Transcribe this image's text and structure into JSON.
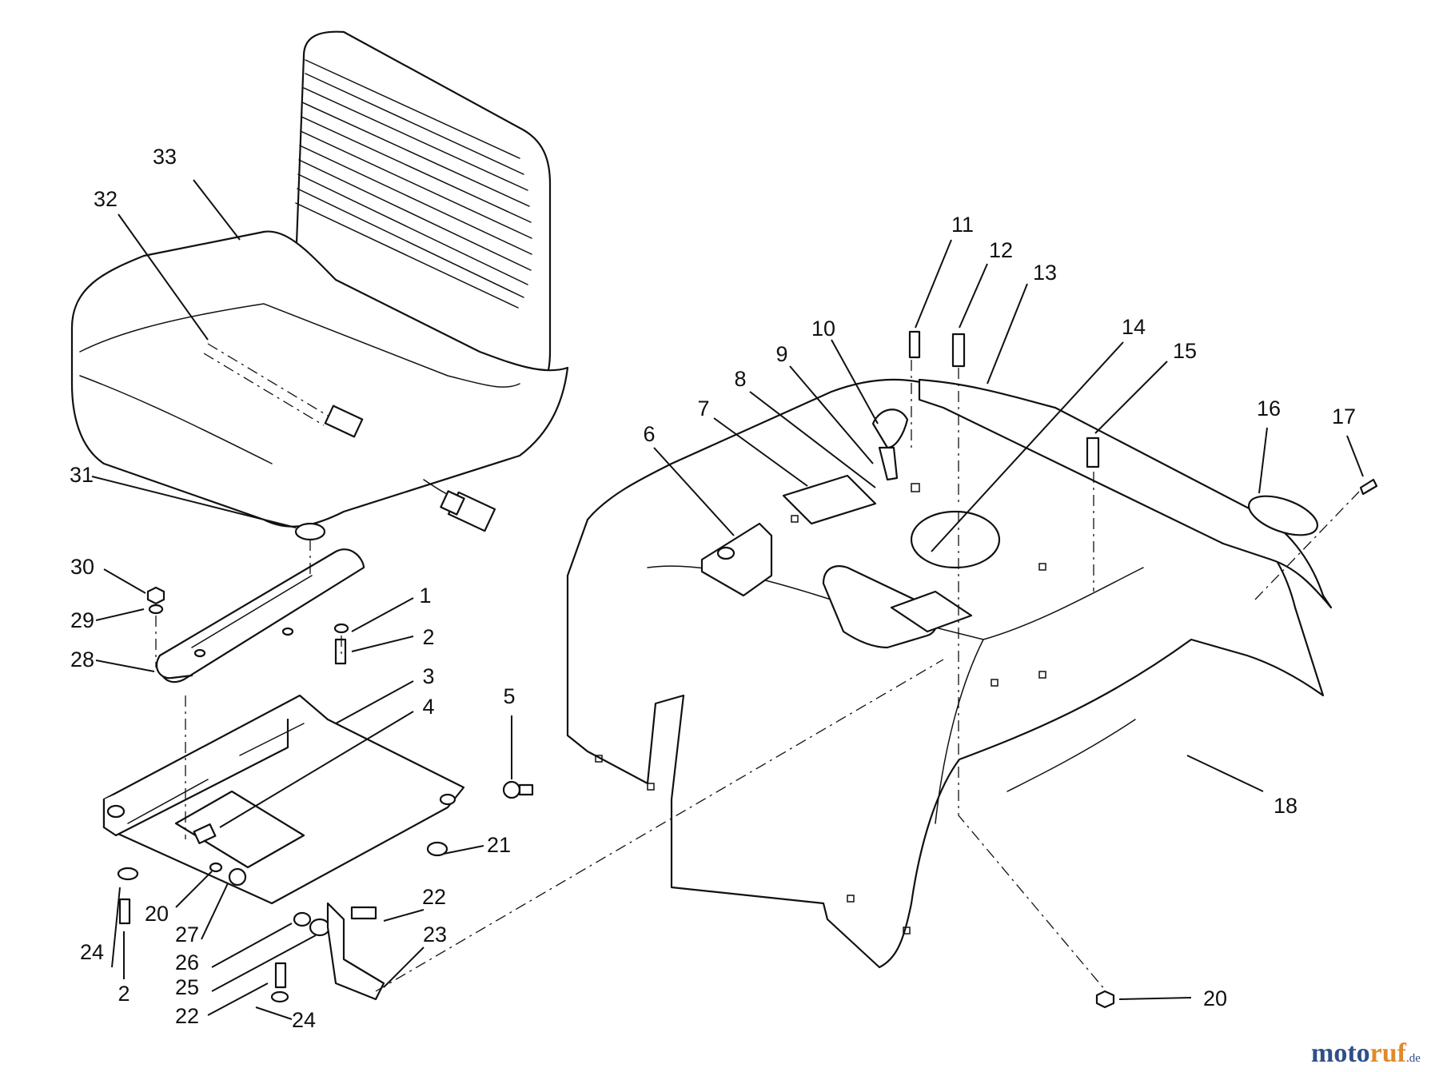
{
  "diagram": {
    "callouts": [
      {
        "id": "33",
        "label": "33"
      },
      {
        "id": "32",
        "label": "32"
      },
      {
        "id": "31",
        "label": "31"
      },
      {
        "id": "30",
        "label": "30"
      },
      {
        "id": "29",
        "label": "29"
      },
      {
        "id": "28",
        "label": "28"
      },
      {
        "id": "1",
        "label": "1"
      },
      {
        "id": "2a",
        "label": "2"
      },
      {
        "id": "3",
        "label": "3"
      },
      {
        "id": "4",
        "label": "4"
      },
      {
        "id": "21",
        "label": "21"
      },
      {
        "id": "20a",
        "label": "20"
      },
      {
        "id": "27",
        "label": "27"
      },
      {
        "id": "26",
        "label": "26"
      },
      {
        "id": "25",
        "label": "25"
      },
      {
        "id": "22a",
        "label": "22"
      },
      {
        "id": "22b",
        "label": "22"
      },
      {
        "id": "23",
        "label": "23"
      },
      {
        "id": "24a",
        "label": "24"
      },
      {
        "id": "24b",
        "label": "24"
      },
      {
        "id": "2b",
        "label": "2"
      },
      {
        "id": "5",
        "label": "5"
      },
      {
        "id": "6",
        "label": "6"
      },
      {
        "id": "7",
        "label": "7"
      },
      {
        "id": "8",
        "label": "8"
      },
      {
        "id": "9",
        "label": "9"
      },
      {
        "id": "10",
        "label": "10"
      },
      {
        "id": "11",
        "label": "11"
      },
      {
        "id": "12",
        "label": "12"
      },
      {
        "id": "13",
        "label": "13"
      },
      {
        "id": "14",
        "label": "14"
      },
      {
        "id": "15",
        "label": "15"
      },
      {
        "id": "16",
        "label": "16"
      },
      {
        "id": "17",
        "label": "17"
      },
      {
        "id": "18",
        "label": "18"
      },
      {
        "id": "20b",
        "label": "20"
      }
    ]
  },
  "watermark": {
    "brand_a": "moto",
    "brand_b": "ruf",
    "tld": ".de"
  }
}
